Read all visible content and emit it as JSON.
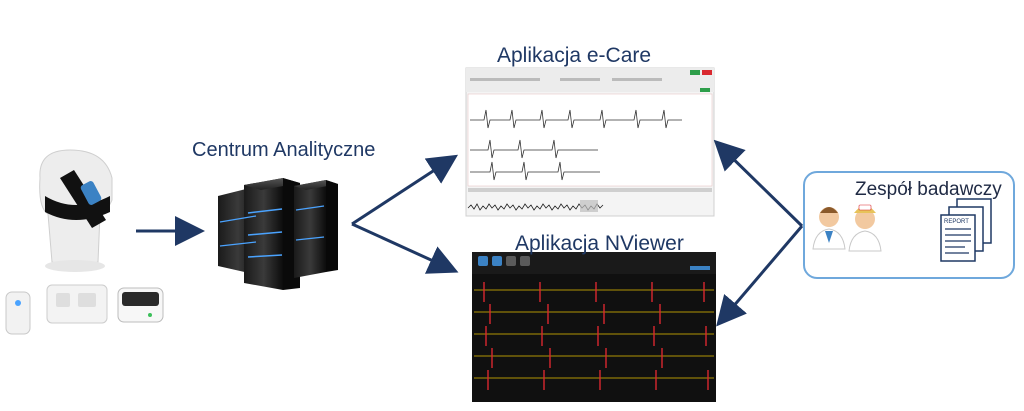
{
  "labels": {
    "ecare": "Aplikacja e-Care",
    "center": "Centrum Analityczne",
    "nviewer": "Aplikacja NViewer",
    "team": "Zespół badawczy"
  },
  "report_text": "REPORT",
  "colors": {
    "title_text": "#1f3864",
    "arrow": "#1f3864",
    "box_border": "#6fa8dc",
    "server_glow": "#4aa3ff",
    "ecg_red": "#d9282f",
    "ecg_yellow": "#e6c200",
    "nviewer_bg": "#101010",
    "ecare_bg": "#f4f4f4"
  },
  "icons": [
    "vest-device-icon",
    "sensor-device-icon",
    "server-icon",
    "doctor-icon",
    "nurse-icon",
    "report-stack-icon"
  ]
}
